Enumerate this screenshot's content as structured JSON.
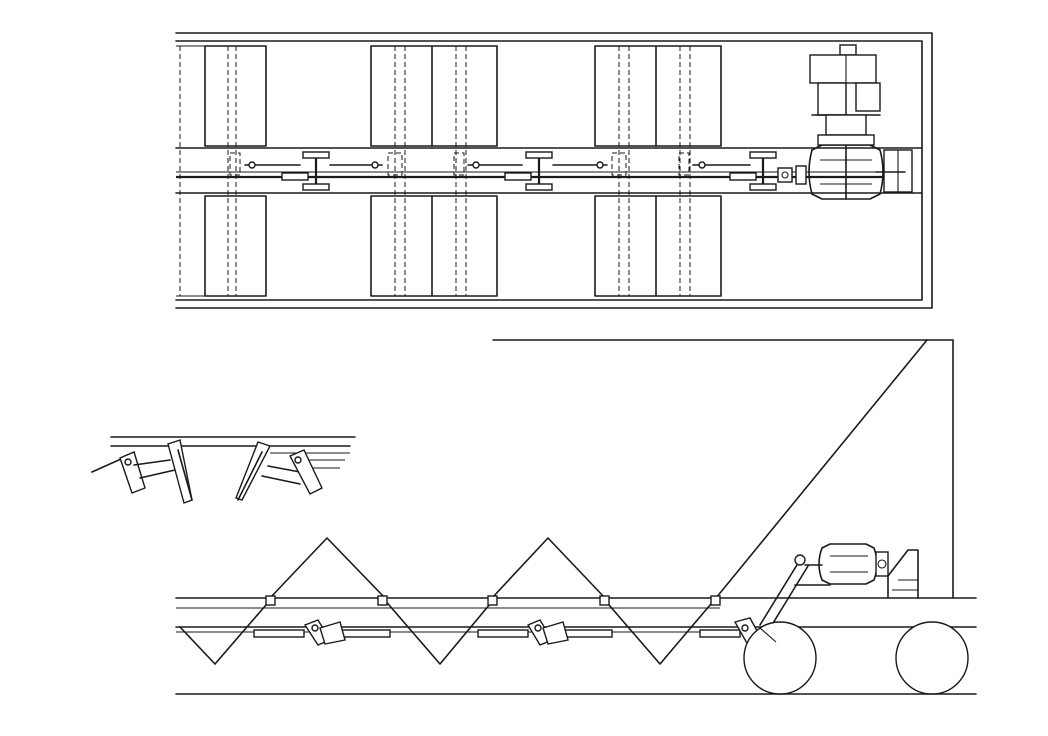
{
  "figure": {
    "colors": {
      "ink": "#1a1a1a",
      "paper": "#ffffff"
    },
    "plan_view": {
      "door_pairs": 3,
      "linkage_assemblies": 3,
      "actuator": "pneumatic-cylinder"
    },
    "elevation_view": {
      "hopper_pockets": 3,
      "wheels": 2,
      "actuator": "pneumatic-cylinder"
    },
    "detail_view": {
      "linkage_arms": 2
    }
  }
}
